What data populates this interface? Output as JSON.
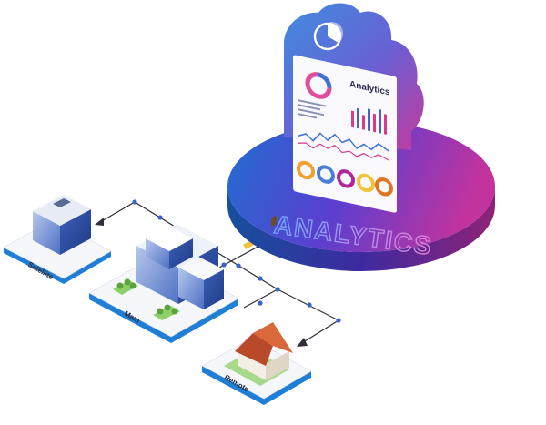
{
  "platform": {
    "label": "ANALYTICS",
    "cloud_icon": "pie-chart-icon",
    "dashboard_title": "Analytics"
  },
  "sites": [
    {
      "id": "satellite",
      "label": "Satellite"
    },
    {
      "id": "main",
      "label": "Main"
    },
    {
      "id": "remote",
      "label": "Remote"
    }
  ],
  "colors": {
    "platform_gradient": [
      "#1f6fd1",
      "#5a3fd0",
      "#c2339e"
    ],
    "cloud_gradient": [
      "#3f8de0",
      "#6a5fd3",
      "#c63a9d"
    ],
    "dashboard_bg": "#ffffff",
    "network_line": "#2f2f3a",
    "node_dot": "#3a63c9",
    "tile_top": "#f5f7fb",
    "tile_edge": "#1f7fd6"
  }
}
